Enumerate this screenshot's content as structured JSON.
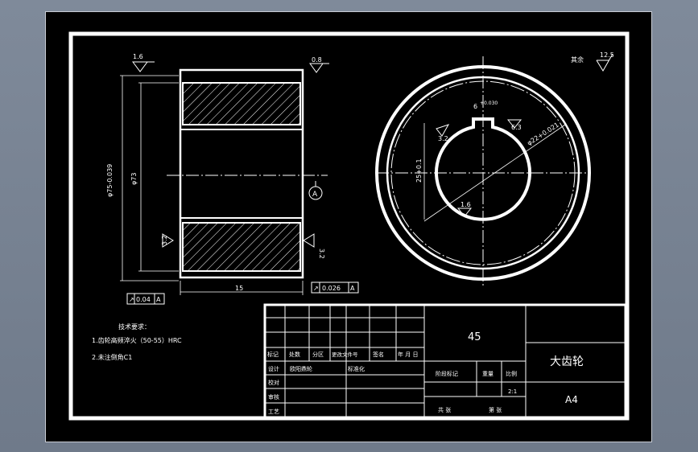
{
  "title_block": {
    "material": "45",
    "part_name": "大齿轮",
    "sheet_size": "A4",
    "scale_value": "2:1",
    "header_labels": [
      "标记",
      "处数",
      "分区",
      "更改文件号",
      "签名",
      "年 月 日"
    ],
    "row_labels": [
      "设计",
      "校对",
      "审核",
      "工艺"
    ],
    "designer": "欧阳鼎轮",
    "standardized": "标准化",
    "stage_mark": "阶段标记",
    "weight": "重量",
    "scale_label": "比例",
    "sheets_total": "共    张",
    "sheet_no": "第    张"
  },
  "notes": {
    "heading": "技术要求：",
    "items": [
      "1.齿轮高频淬火（50-55）HRC",
      "2.未注倒角C1"
    ]
  },
  "front_view": {
    "outer_diameter": "φ75-0.039",
    "bore_diameter": "φ73",
    "width": "15",
    "roughness_top_left": "1.6",
    "roughness_top_right": "0.8",
    "roughness_side_left": "3.2",
    "roughness_side_right": "3.2",
    "datum": "A",
    "runout_bottom": "0.04",
    "runout_right": "0.026"
  },
  "side_view": {
    "keyway_width": "6",
    "keyway_tol": "+0.030",
    "hub_diameter": "φ22+0.021",
    "key_depth": "25+0.1",
    "roughness_key": "6.3",
    "roughness_left": "3.2",
    "roughness_bottom": "1.6"
  },
  "general_roughness": {
    "label": "其余",
    "value": "12.5"
  }
}
